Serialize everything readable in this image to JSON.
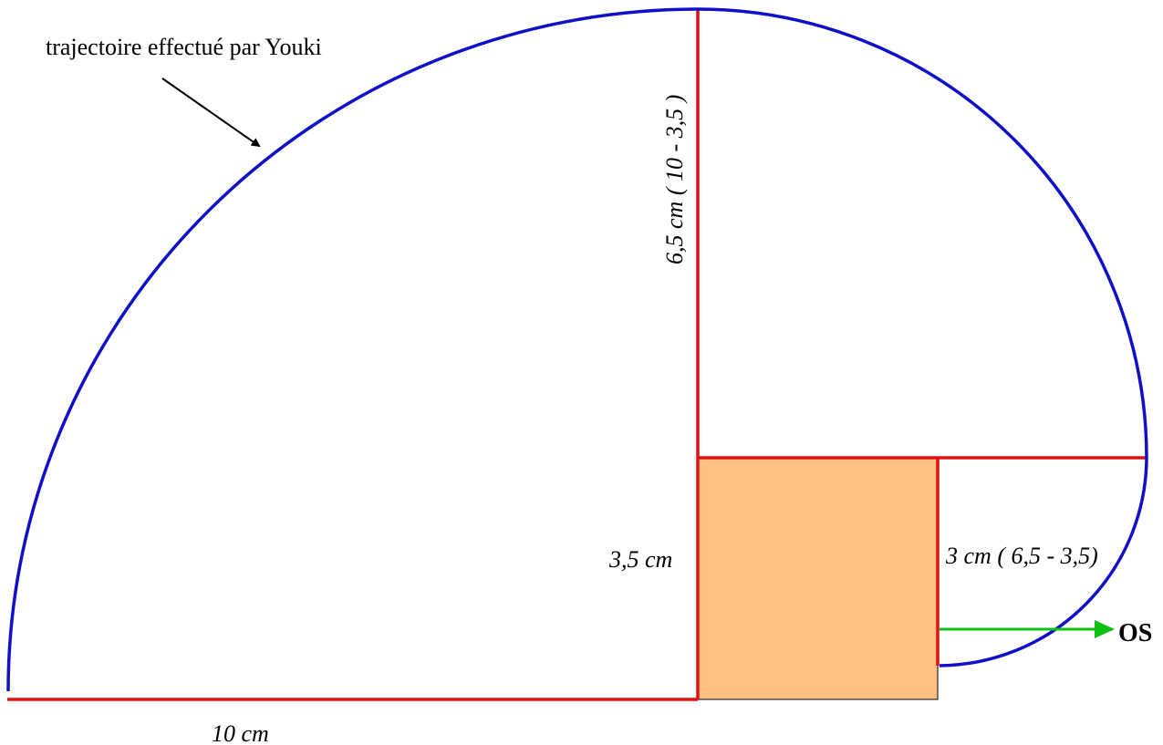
{
  "labels": {
    "trajectory": "trajectoire effectué par Youki",
    "bottom_length": "10 cm",
    "upper_vertical": "6,5 cm ( 10 - 3,5 )",
    "box_height": "3,5 cm",
    "right_segment": "3 cm ( 6,5 - 3,5)",
    "target": "OS"
  },
  "colors": {
    "trajectory": "#1010c8",
    "segments": "#e01010",
    "box_fill": "#ffbf80",
    "box_edge": "#000000",
    "target_arrow": "#10c010",
    "pointer_arrow": "#000000"
  }
}
